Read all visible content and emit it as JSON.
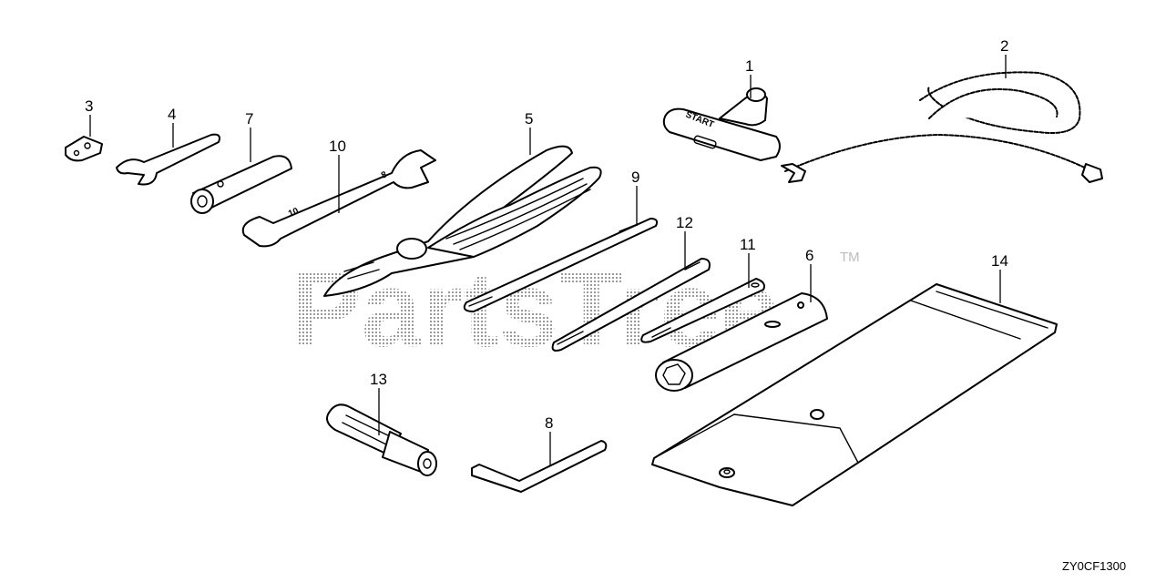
{
  "diagram": {
    "drawing_code": "ZY0CF1300",
    "watermark": {
      "text": "PartsTree",
      "trademark": "TM"
    },
    "grip_label": "START",
    "wrench_size_markings": [
      "8",
      "10"
    ],
    "callouts": [
      "1",
      "2",
      "3",
      "4",
      "5",
      "6",
      "7",
      "8",
      "9",
      "10",
      "11",
      "12",
      "13",
      "14"
    ],
    "parts": [
      {
        "ref": "1",
        "name": "starter grip"
      },
      {
        "ref": "2",
        "name": "starter rope"
      },
      {
        "ref": "3",
        "name": "clip"
      },
      {
        "ref": "4",
        "name": "open-end wrench"
      },
      {
        "ref": "5",
        "name": "pliers"
      },
      {
        "ref": "6",
        "name": "spark plug wrench"
      },
      {
        "ref": "7",
        "name": "box wrench"
      },
      {
        "ref": "8",
        "name": "hex key"
      },
      {
        "ref": "9",
        "name": "screwdriver bar"
      },
      {
        "ref": "10",
        "name": "combination wrench"
      },
      {
        "ref": "11",
        "name": "screwdriver bar"
      },
      {
        "ref": "12",
        "name": "screwdriver bar"
      },
      {
        "ref": "13",
        "name": "screwdriver grip"
      },
      {
        "ref": "14",
        "name": "tool bag"
      }
    ]
  }
}
